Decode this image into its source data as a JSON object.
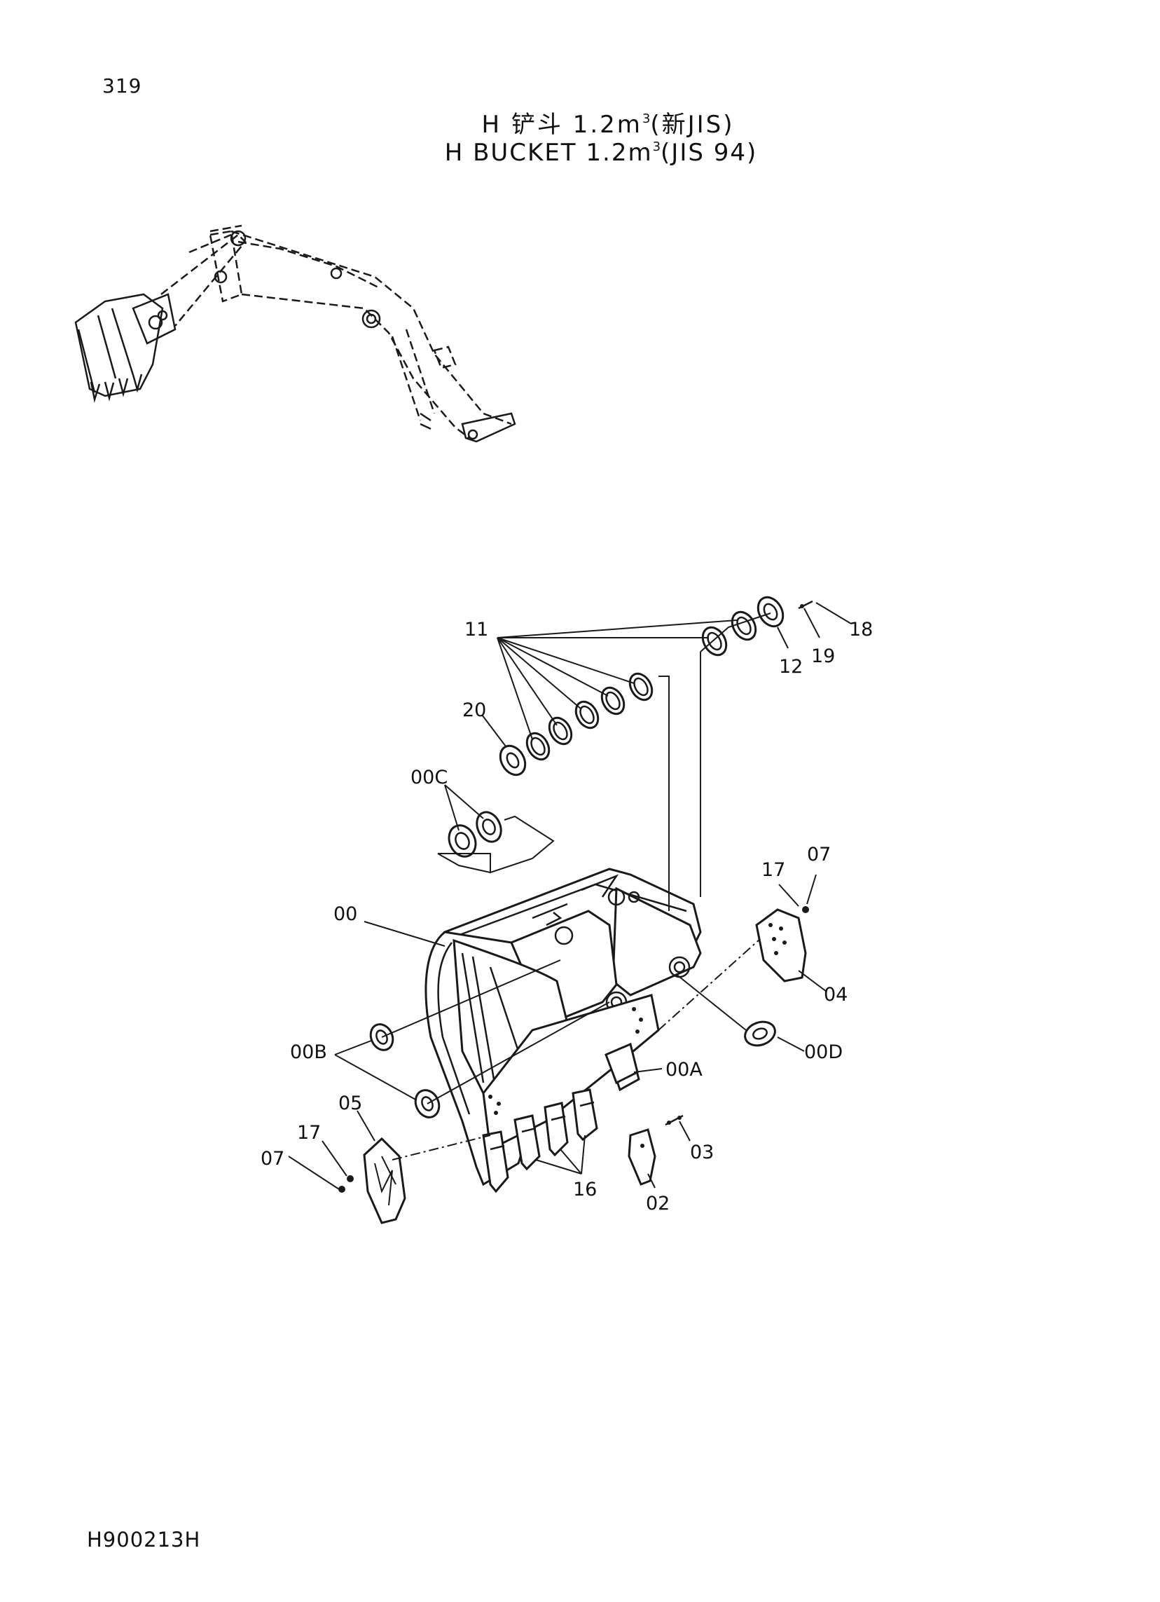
{
  "page_number": "319",
  "title": {
    "zh_prefix": "H 铲斗 1.2m",
    "zh_sup": "3",
    "zh_suffix": "(新JIS)",
    "en_prefix": "H BUCKET 1.2m",
    "en_sup": "3",
    "en_suffix": "(JIS 94)"
  },
  "callouts": {
    "c11": "11",
    "c18": "18",
    "c19": "19",
    "c12": "12",
    "c20": "20",
    "c00C": "00C",
    "c17_right": "17",
    "c07_right": "07",
    "c00": "00",
    "c04": "04",
    "c00D": "00D",
    "c00B": "00B",
    "c00A": "00A",
    "c05": "05",
    "c17_left": "17",
    "c07_left": "07",
    "c03": "03",
    "c16": "16",
    "c02": "02"
  },
  "footer": {
    "doc_code": "H900213H"
  }
}
